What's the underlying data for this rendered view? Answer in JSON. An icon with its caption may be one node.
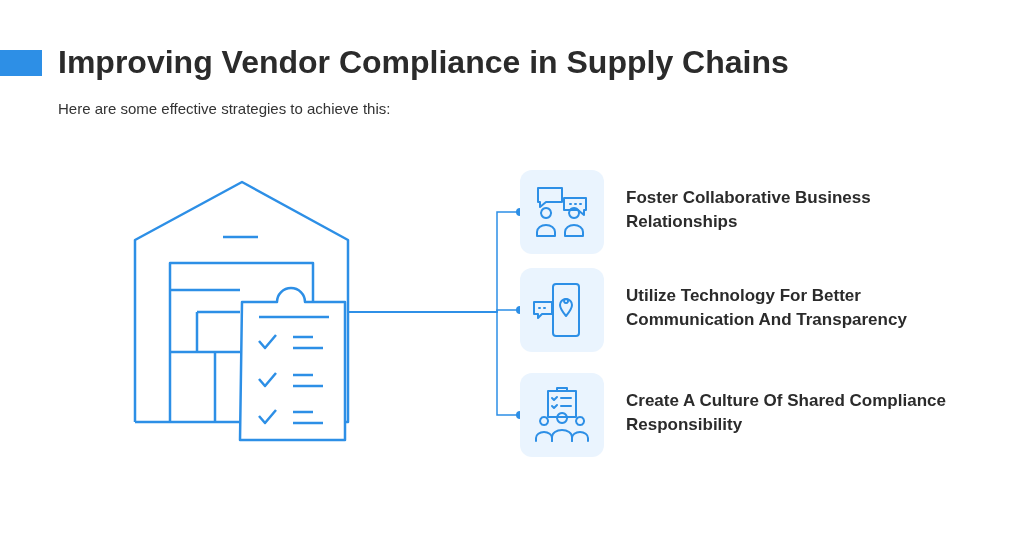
{
  "diagram": {
    "title": "Improving Vendor Compliance in Supply Chains",
    "caption": "Here are some effective strategies to achieve this:",
    "nodes": [
      {
        "text": [],
        "shape": "picture"
      },
      {
        "text": [],
        "shape": "box",
        "beside": [
          "Foster Collaborative Business Relationships"
        ]
      },
      {
        "text": [],
        "shape": "box",
        "beside": [
          "Utilize Technology For Better Communication And Transparency"
        ]
      },
      {
        "text": [],
        "shape": "box",
        "beside": [
          "Create A Culture Of Shared Compliance Responsibility"
        ]
      }
    ],
    "edges": [
      {
        "from": 0,
        "to": 1,
        "arrow": "other"
      },
      {
        "from": 0,
        "to": 2,
        "arrow": "other"
      },
      {
        "from": 0,
        "to": 3,
        "arrow": "other"
      }
    ]
  }
}
